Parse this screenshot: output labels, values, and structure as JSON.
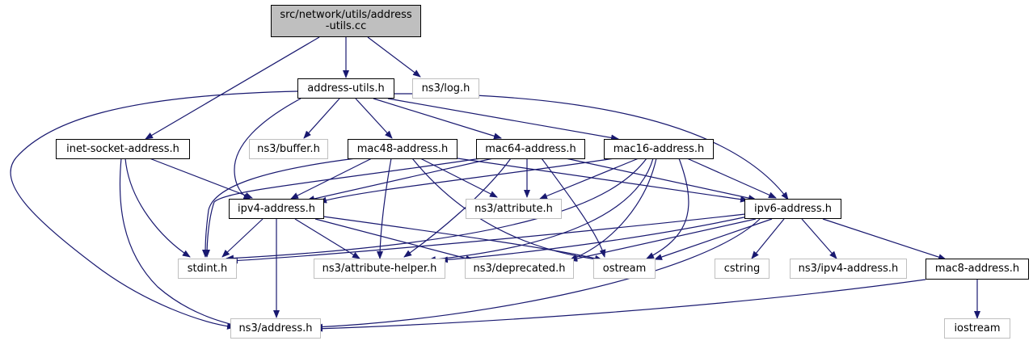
{
  "root": {
    "line1": "src/network/utils/address",
    "line2": "-utils.cc"
  },
  "nodes": {
    "address_utils": "address-utils.h",
    "ns3_log": "ns3/log.h",
    "inet_socket_address": "inet-socket-address.h",
    "ns3_buffer": "ns3/buffer.h",
    "mac48_address": "mac48-address.h",
    "mac64_address": "mac64-address.h",
    "mac16_address": "mac16-address.h",
    "ipv4_address": "ipv4-address.h",
    "ns3_attribute": "ns3/attribute.h",
    "ipv6_address": "ipv6-address.h",
    "stdint": "stdint.h",
    "ns3_attribute_helper": "ns3/attribute-helper.h",
    "ns3_deprecated": "ns3/deprecated.h",
    "ostream": "ostream",
    "cstring": "cstring",
    "ns3_ipv4_address": "ns3/ipv4-address.h",
    "mac8_address": "mac8-address.h",
    "ns3_address": "ns3/address.h",
    "iostream": "iostream"
  },
  "colors": {
    "edge": "#191970",
    "node_border": "#000000",
    "external_border": "#bfbfbf",
    "root_fill": "#bfbfbf"
  }
}
